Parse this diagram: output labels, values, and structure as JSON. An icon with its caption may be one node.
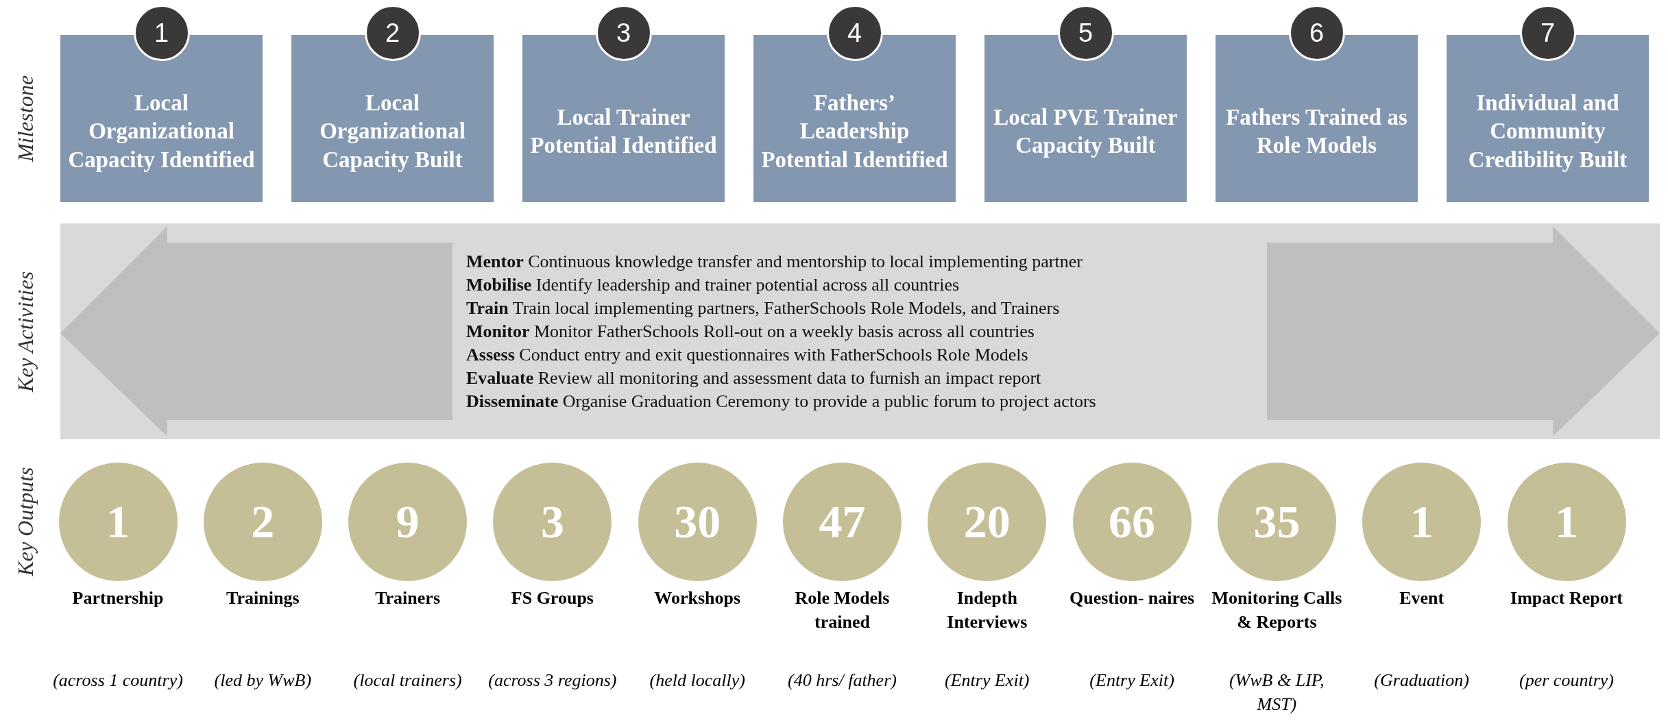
{
  "diagram": {
    "nodes": [
      {
        "text": [
          "1",
          "Local Organizational Capacity Identified"
        ]
      },
      {
        "text": [
          "2",
          "Local Organizational Capacity Built"
        ]
      },
      {
        "text": [
          "3",
          "Local Trainer Potential Identified"
        ]
      },
      {
        "text": [
          "4",
          "Fathers’ Leadership Potential Identified"
        ]
      },
      {
        "text": [
          "5",
          "Local PVE Trainer Capacity Built"
        ]
      },
      {
        "text": [
          "6",
          "Fathers Trained as Role Models"
        ]
      },
      {
        "text": [
          "7",
          "Individual and Community Credibility Built"
        ]
      },
      {
        "text": [
          "**Mentor** Continuous knowledge transfer and mentorship to local implementing partner",
          "**Mobilise** Identify leadership and trainer potential across all countries",
          "**Train** Train local implementing partners, FatherSchools Role Models, and Trainers",
          "**Monitor** Monitor FatherSchools Roll-out on a weekly basis across all countries",
          "**Assess** Conduct entry and exit questionnaires with FatherSchools Role Models",
          "**Evaluate** Review all monitoring and assessment data to furnish an impact report",
          "**Disseminate** Organise Graduation Ceremony to provide a public forum to project actors"
        ]
      },
      {
        "text": [
          "1"
        ],
        "beside": [
          "Partnership",
          "(across 1 country)"
        ]
      },
      {
        "text": [
          "2"
        ],
        "beside": [
          "Trainings",
          "(led by WwB)"
        ]
      },
      {
        "text": [
          "9"
        ],
        "beside": [
          "Trainers",
          "(local trainers)"
        ]
      },
      {
        "text": [
          "3"
        ],
        "beside": [
          "FS Groups",
          "(across 3 regions)"
        ]
      },
      {
        "text": [
          "30"
        ],
        "beside": [
          "Workshops",
          "(held locally)"
        ]
      },
      {
        "text": [
          "47"
        ],
        "beside": [
          "Role Models trained",
          "(40 hrs/ father)"
        ]
      },
      {
        "text": [
          "20"
        ],
        "beside": [
          "Indepth Interviews",
          "(Entry Exit)"
        ]
      },
      {
        "text": [
          "66"
        ],
        "beside": [
          "Question- naires",
          "(Entry Exit)"
        ]
      },
      {
        "text": [
          "35"
        ],
        "beside": [
          "Monitoring Calls & Reports",
          "(WwB & LIP, MST)"
        ]
      },
      {
        "text": [
          "1"
        ],
        "beside": [
          "Event",
          "(Graduation)"
        ]
      },
      {
        "text": [
          "1"
        ],
        "beside": [
          "Impact Report",
          "(per country)"
        ]
      }
    ],
    "labels": [
      "Milestone",
      "Key Activities",
      "Key Outputs"
    ]
  }
}
